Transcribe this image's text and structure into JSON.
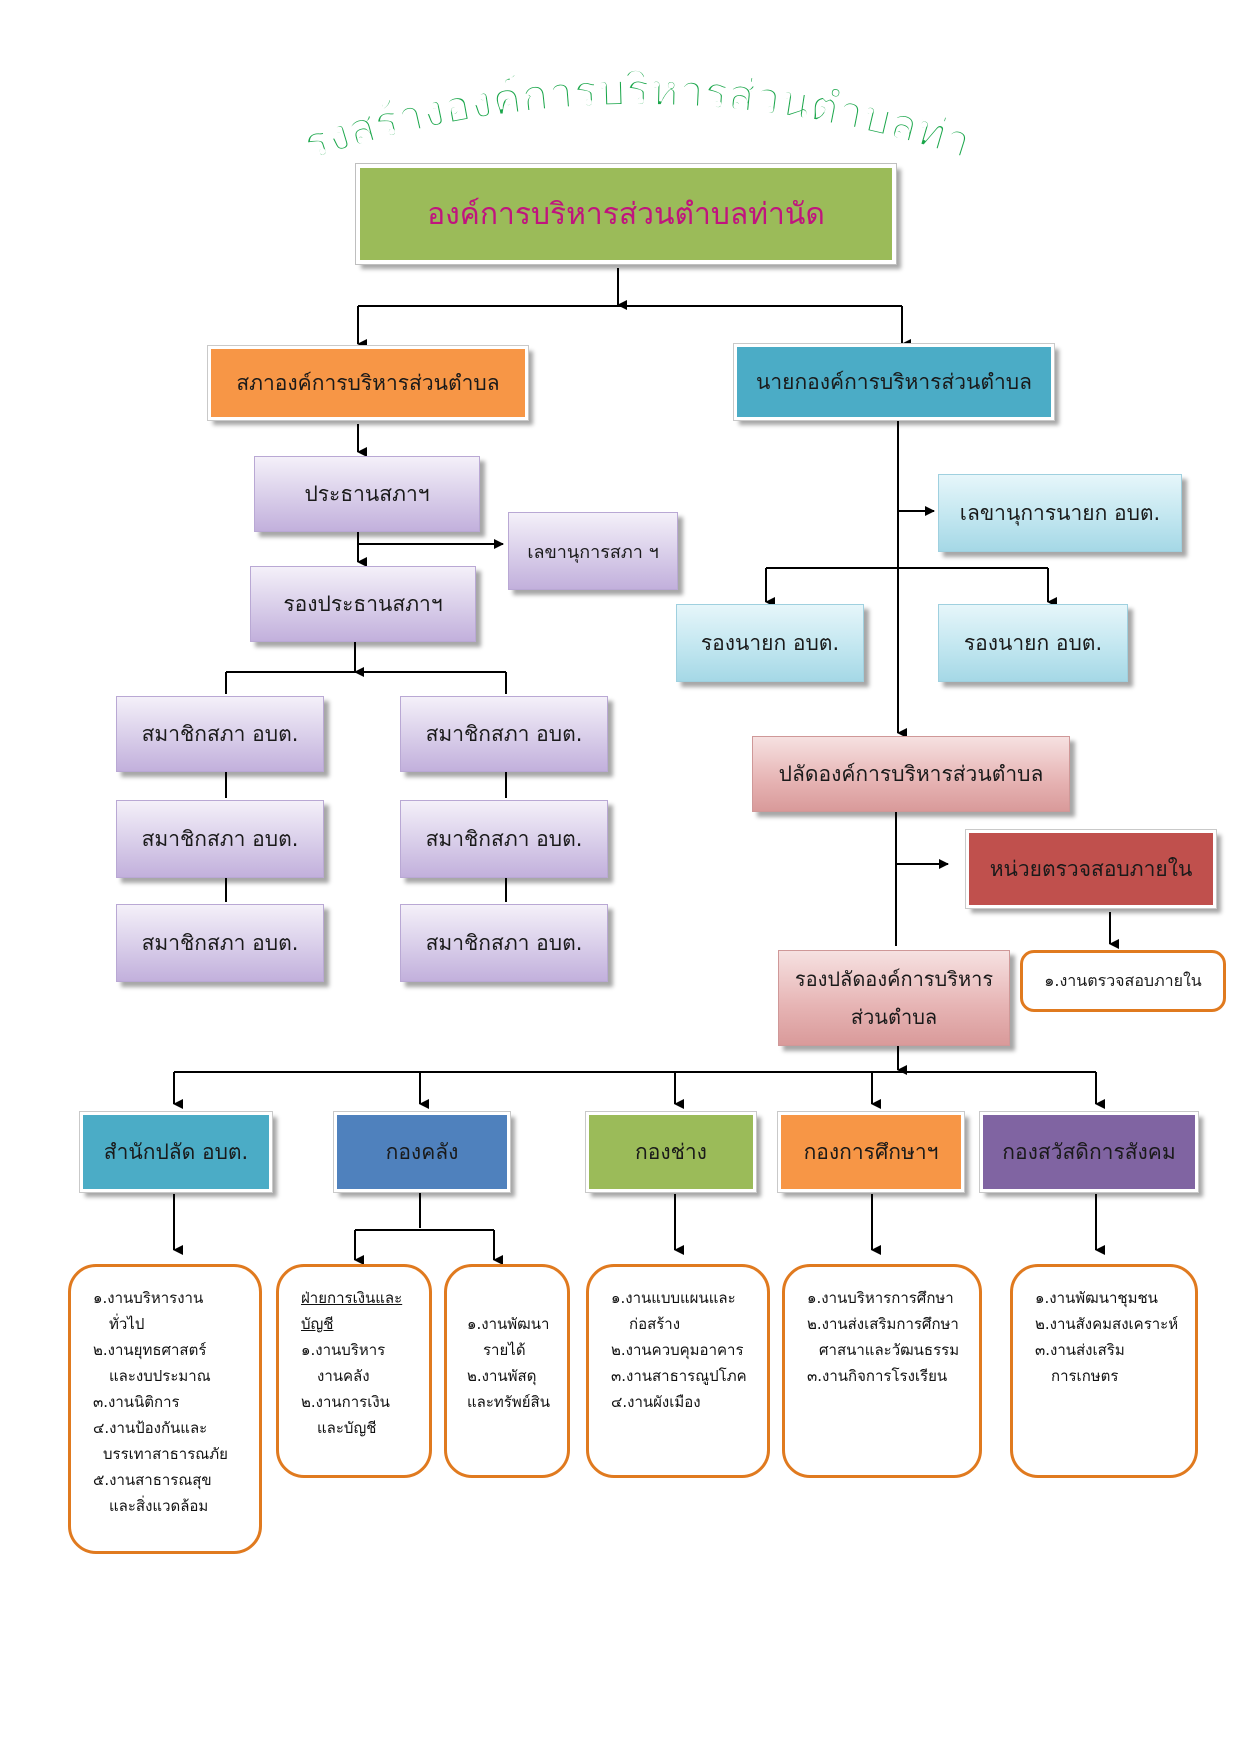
{
  "title": "โครงสร้างองค์การบริหารส่วนตำบลท่านัด",
  "colors": {
    "title_green": "#1aa64a",
    "top_green": "#9bbb59",
    "top_text_pink": "#c0147e",
    "orange": "#f79646",
    "blue_teal": "#4bacc6",
    "red": "#c0504d",
    "blue": "#4f81bd",
    "green": "#9bbb59",
    "violet": "#8064a2",
    "outline_orange": "#e07a1f"
  },
  "top": {
    "label": "องค์การบริหารส่วนตำบลท่านัด"
  },
  "council": {
    "label": "สภาองค์การบริหารส่วนตำบล",
    "chair": "ประธานสภาฯ",
    "secretary": "เลขานุการสภา ฯ",
    "vice_chair": "รองประธานสภาฯ",
    "members": [
      "สมาชิกสภา อบต.",
      "สมาชิกสภา อบต.",
      "สมาชิกสภา อบต.",
      "สมาชิกสภา อบต.",
      "สมาชิกสภา อบต.",
      "สมาชิกสภา อบต."
    ]
  },
  "executive": {
    "label": "นายกองค์การบริหารส่วนตำบล",
    "secretary": "เลขานุการนายก อบต.",
    "deputies": [
      "รองนายก อบต.",
      "รองนายก อบต."
    ],
    "clerk": "ปลัดองค์การบริหารส่วนตำบล",
    "audit_unit": "หน่วยตรวจสอบภายใน",
    "audit_task": "๑.งานตรวจสอบภายใน",
    "deputy_clerk": [
      "รองปลัดองค์การบริหาร",
      "ส่วนตำบล"
    ]
  },
  "divisions": [
    {
      "label": "สำนักปลัด อบต.",
      "tasks": [
        "๑.งานบริหารงาน",
        "ทั่วไป",
        "๒.งานยุทธศาสตร์",
        "และงบประมาณ",
        "๓.งานนิติการ",
        "๔.งานป้องกันและ",
        "บรรเทาสาธารณภัย",
        "๕.งานสาธารณสุข",
        "และสิ่งแวดล้อม"
      ]
    },
    {
      "label": "กองคลัง",
      "tasks_a_header": "ฝ่ายการเงินและ",
      "tasks_a_header2": "บัญชี",
      "tasks_a": [
        "๑.งานบริหาร",
        "งานคลัง",
        "๒.งานการเงิน",
        "และบัญชี"
      ],
      "tasks_b": [
        "๑.งานพัฒนา",
        "รายได้",
        "๒.งานพัสดุ",
        "และทรัพย์สิน"
      ]
    },
    {
      "label": "กองช่าง",
      "tasks": [
        "๑.งานแบบแผนและ",
        "ก่อสร้าง",
        "๒.งานควบคุมอาคาร",
        "๓.งานสาธารณูปโภค",
        "๔.งานผังเมือง"
      ]
    },
    {
      "label": "กองการศึกษาฯ",
      "tasks": [
        "๑.งานบริหารการศึกษา",
        "๒.งานส่งเสริมการศึกษา",
        "ศาสนาและวัฒนธรรม",
        "๓.งานกิจการโรงเรียน"
      ]
    },
    {
      "label": "กองสวัสดิการสังคม",
      "tasks": [
        "๑.งานพัฒนาชุมชน",
        "๒.งานสังคมสงเคราะห์",
        "๓.งานส่งเสริม",
        "การเกษตร"
      ]
    }
  ]
}
